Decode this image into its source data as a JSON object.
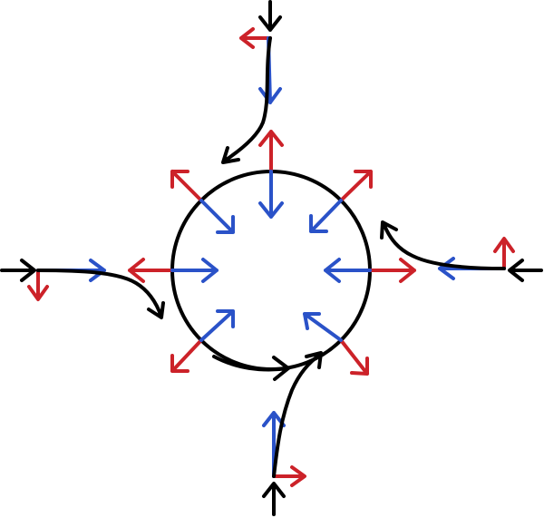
{
  "diagram": {
    "colors": {
      "black": "#000000",
      "red": "#cc2229",
      "blue": "#2a52c8",
      "background": "#ffffff"
    },
    "elements": {
      "circle": "circle-boundary",
      "radial_pairs": 8,
      "arm_directions": [
        "top",
        "left",
        "right",
        "bottom"
      ]
    }
  }
}
